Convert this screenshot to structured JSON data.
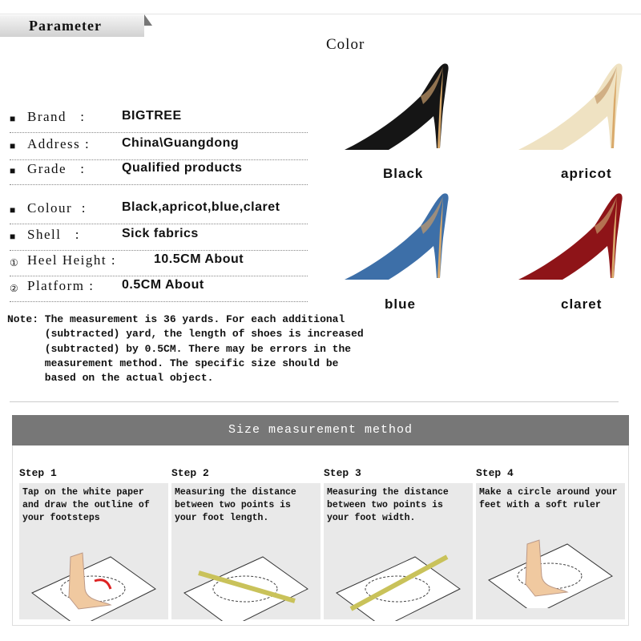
{
  "header": {
    "tab": "Parameter",
    "color_title": "Color"
  },
  "specs": [
    {
      "bullet": "■",
      "key": "Brand   :",
      "value": "BIGTREE"
    },
    {
      "bullet": "■",
      "key": "Address :",
      "value": "China\\Guangdong"
    },
    {
      "bullet": "■",
      "key": "Grade   :",
      "value": "Qualified products"
    },
    {
      "bullet": "■",
      "key": "Colour  :",
      "value": "Black,apricot,blue,claret"
    },
    {
      "bullet": "■",
      "key": "Shell   :",
      "value": "Sick fabrics"
    },
    {
      "bullet": "①",
      "key": "Heel Height :",
      "value": "10.5CM About"
    },
    {
      "bullet": "②",
      "key": "Platform :",
      "value": "0.5CM About"
    }
  ],
  "note": "Note: The measurement is 36 yards. For each additional\n      (subtracted) yard, the length of shoes is increased\n      (subtracted) by 0.5CM. There may be errors in the\n      measurement method. The specific size should be\n      based on the actual object.",
  "colors": [
    {
      "label": "Black",
      "hex": "#151515"
    },
    {
      "label": "apricot",
      "hex": "#efe2c2"
    },
    {
      "label": "blue",
      "hex": "#3d6fa8"
    },
    {
      "label": "claret",
      "hex": "#8e1418"
    }
  ],
  "size_method": {
    "title": "Size measurement method",
    "steps": [
      {
        "title": "Step 1",
        "text": "Tap on the white paper and draw the outline of your footsteps"
      },
      {
        "title": "Step 2",
        "text": "Measuring the distance between two points is your foot length."
      },
      {
        "title": "Step 3",
        "text": "Measuring the distance between two points is your foot width."
      },
      {
        "title": "Step 4",
        "text": "Make a circle around your feet with a soft ruler"
      }
    ]
  }
}
